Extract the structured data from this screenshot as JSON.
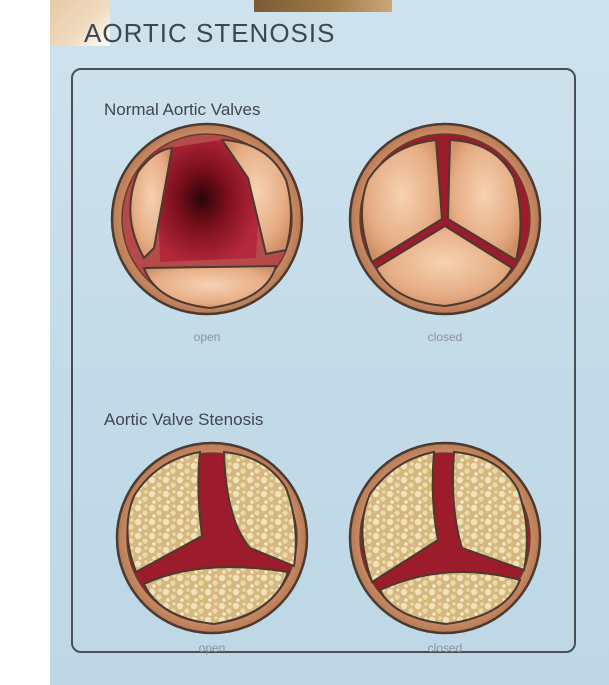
{
  "title": "AORTIC STENOSIS",
  "sections": [
    {
      "label": "Normal Aortic Valves",
      "valves": [
        {
          "state": "open"
        },
        {
          "state": "closed"
        }
      ]
    },
    {
      "label": "Aortic Valve Stenosis",
      "valves": [
        {
          "state": "open"
        },
        {
          "state": "closed"
        }
      ]
    }
  ],
  "colors": {
    "background": "#c8dfeb",
    "leaflet": "#e8b48f",
    "outline": "#4a3a30",
    "blood": "#9c1c2c",
    "calcification": "#e8d9a8"
  }
}
